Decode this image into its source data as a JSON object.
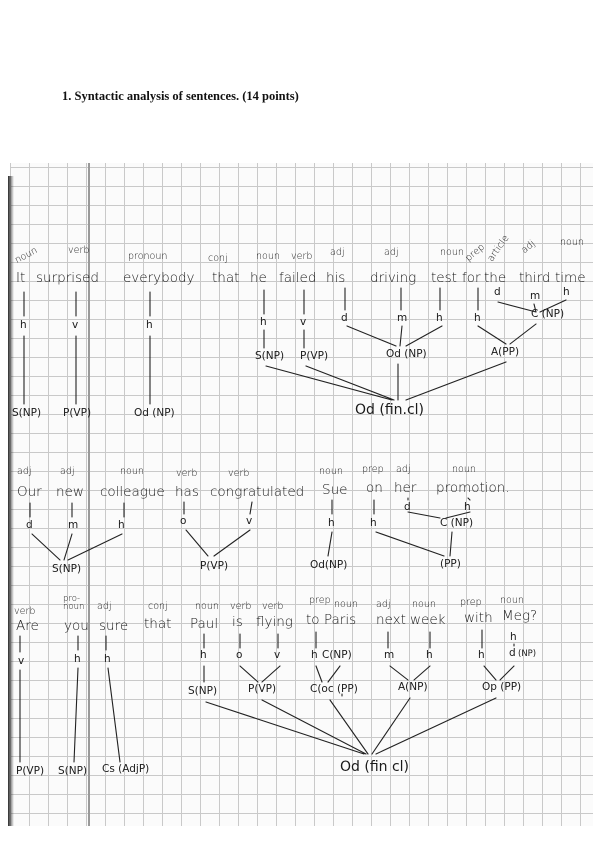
{
  "heading": "1. Syntactic analysis of sentences. (14 points)",
  "s1": {
    "pos": [
      "noun",
      "verb",
      "pronoun",
      "conj",
      "noun",
      "verb",
      "adj",
      "adj",
      "noun",
      "prep",
      "article",
      "adj",
      "noun"
    ],
    "words": [
      "It",
      "surprised",
      "everybody",
      "that",
      "he",
      "failed",
      "his",
      "driving",
      "test",
      "for",
      "the",
      "third",
      "time"
    ],
    "tags": [
      "h",
      "v",
      "h",
      "h",
      "v",
      "d",
      "m",
      "h",
      "h",
      "d",
      "m",
      "h"
    ],
    "inner": [
      "C (NP)"
    ],
    "phrases": [
      "S(NP)",
      "P(VP)",
      "Od (NP)",
      "A(PP)"
    ],
    "top": [
      "S(NP)",
      "P(VP)",
      "Od (NP)"
    ],
    "clause": "Od (fin.cl)"
  },
  "s2": {
    "pos": [
      "adj",
      "adj",
      "noun",
      "verb",
      "verb",
      "noun",
      "prep",
      "adj",
      "noun"
    ],
    "words": [
      "Our",
      "new",
      "colleague",
      "has",
      "congratulated",
      "Sue",
      "on",
      "her",
      "promotion."
    ],
    "tags": [
      "d",
      "m",
      "h",
      "o",
      "v",
      "h",
      "h",
      "d",
      "h"
    ],
    "inner": [
      "C (NP)"
    ],
    "phrases": [
      "S(NP)",
      "P(VP)",
      "Od(NP)",
      "(PP)"
    ]
  },
  "s3": {
    "pos": [
      "verb",
      "pro-noun",
      "adj",
      "conj",
      "noun",
      "verb",
      "verb",
      "prep",
      "noun",
      "adj",
      "noun",
      "prep",
      "noun"
    ],
    "words": [
      "Are",
      "you",
      "sure",
      "that",
      "Paul",
      "is",
      "flying",
      "to",
      "Paris",
      "next",
      "week",
      "with",
      "Meg?"
    ],
    "tags": [
      "v",
      "h",
      "h",
      "h",
      "o",
      "v",
      "h",
      "m",
      "h",
      "h",
      "h",
      "d"
    ],
    "inner": [
      "C(NP)",
      "(NP)"
    ],
    "phrases": [
      "S(NP)",
      "P(VP)",
      "C(oc (PP)",
      "A(NP)",
      "Op (PP)"
    ],
    "bottom": [
      "P(VP)",
      "S(NP)",
      "Cs (AdjP)"
    ],
    "clause": "Od (fin cl)"
  }
}
